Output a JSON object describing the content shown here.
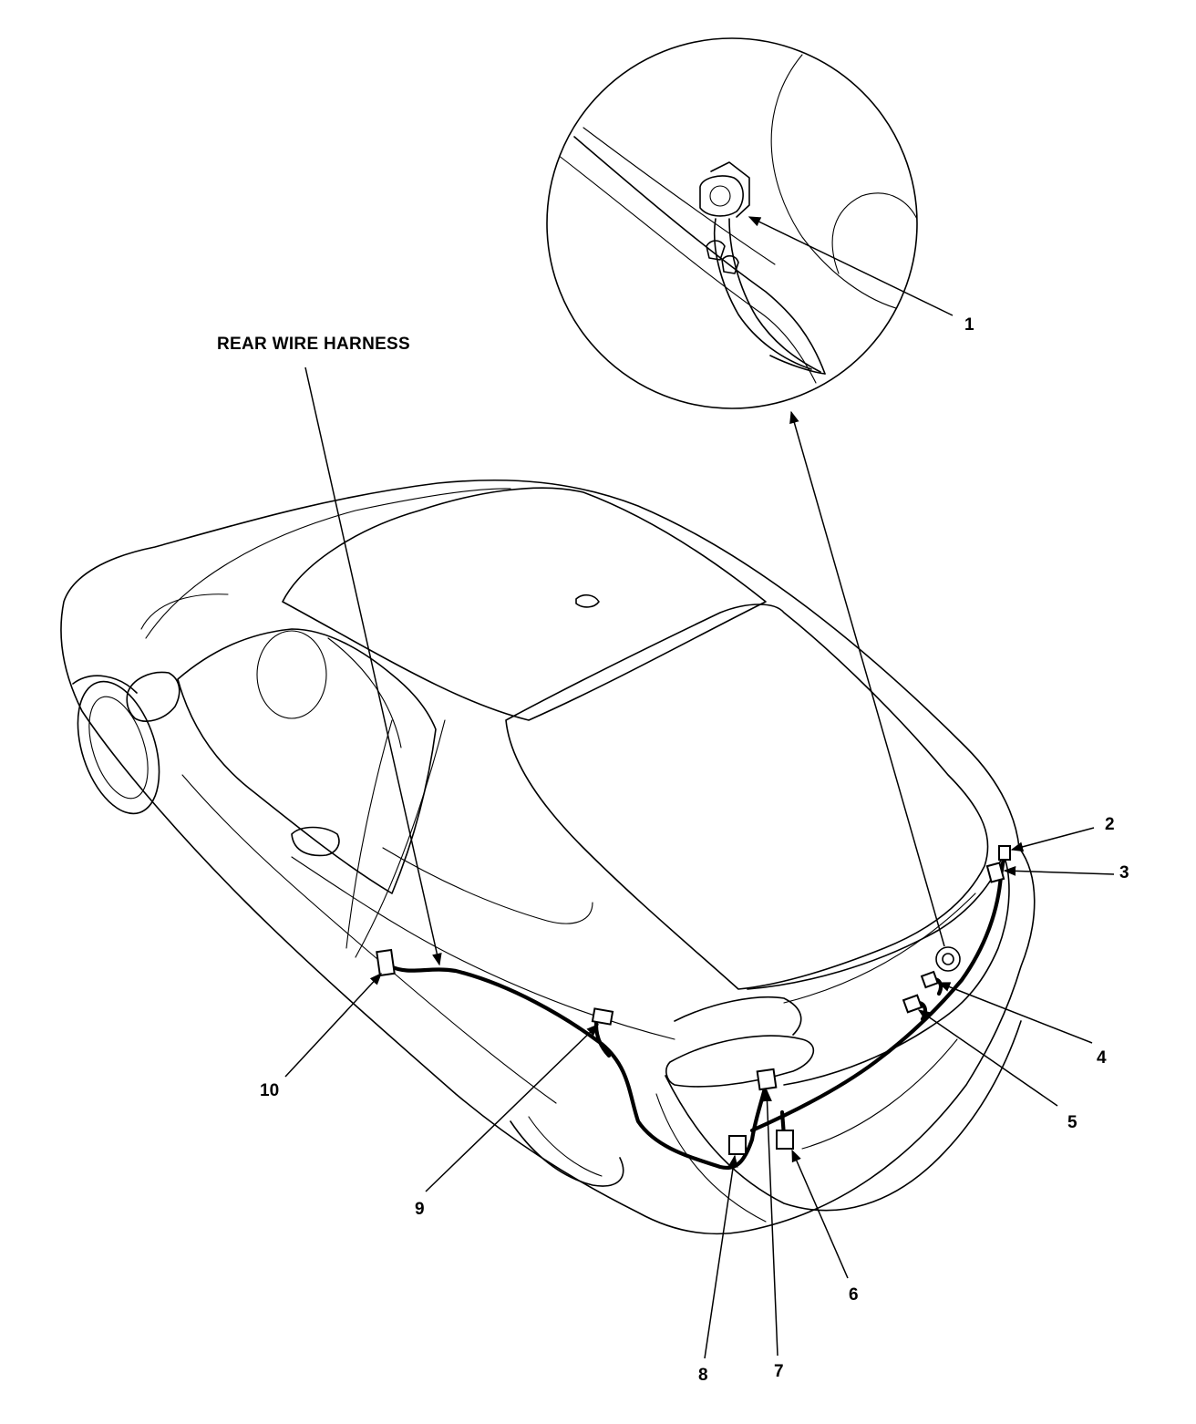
{
  "harness_label": "REAR WIRE HARNESS",
  "callouts": [
    {
      "id": "c1",
      "text": "1"
    },
    {
      "id": "c2",
      "text": "2"
    },
    {
      "id": "c3",
      "text": "3"
    },
    {
      "id": "c4",
      "text": "4"
    },
    {
      "id": "c5",
      "text": "5"
    },
    {
      "id": "c6",
      "text": "6"
    },
    {
      "id": "c7",
      "text": "7"
    },
    {
      "id": "c8",
      "text": "8"
    },
    {
      "id": "c9",
      "text": "9"
    },
    {
      "id": "c10",
      "text": "10"
    }
  ]
}
